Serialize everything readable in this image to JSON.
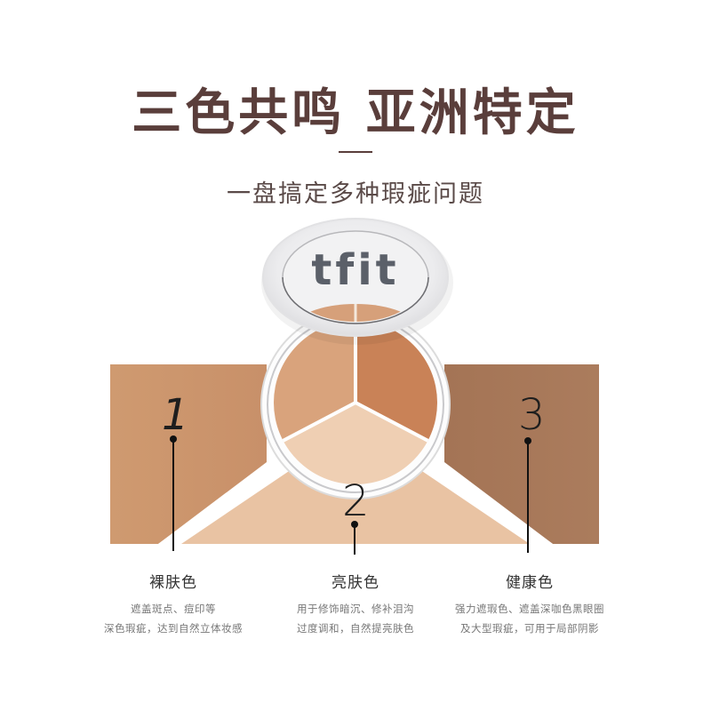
{
  "header": {
    "headline": "三色共鸣 亚洲特定",
    "subtitle": "一盘搞定多种瑕疵问题"
  },
  "product": {
    "lid_logo": "tfit",
    "shades": [
      {
        "id": 1,
        "color": "#d39d74"
      },
      {
        "id": 2,
        "color": "#ebc5a4"
      },
      {
        "id": 3,
        "color": "#a8785a"
      }
    ]
  },
  "colors": {
    "text_dark": "#5a3e3b",
    "shade_1_panel": "#cf9a70",
    "shade_2_panel": "#e9c3a3",
    "shade_3_panel": "#a87a5b"
  },
  "callouts": [
    {
      "number": "1",
      "title": "裸肤色",
      "lines": [
        "遮盖斑点、痘印等",
        "深色瑕疵，达到自然立体妆感"
      ]
    },
    {
      "number": "2",
      "title": "亮肤色",
      "lines": [
        "用于修饰暗沉、修补泪沟",
        "过度调和，自然提亮肤色"
      ]
    },
    {
      "number": "3",
      "title": "健康色",
      "lines": [
        "强力遮瑕色、遮盖深咖色黑眼圈",
        "及大型瑕疵，可用于局部阴影"
      ]
    }
  ]
}
